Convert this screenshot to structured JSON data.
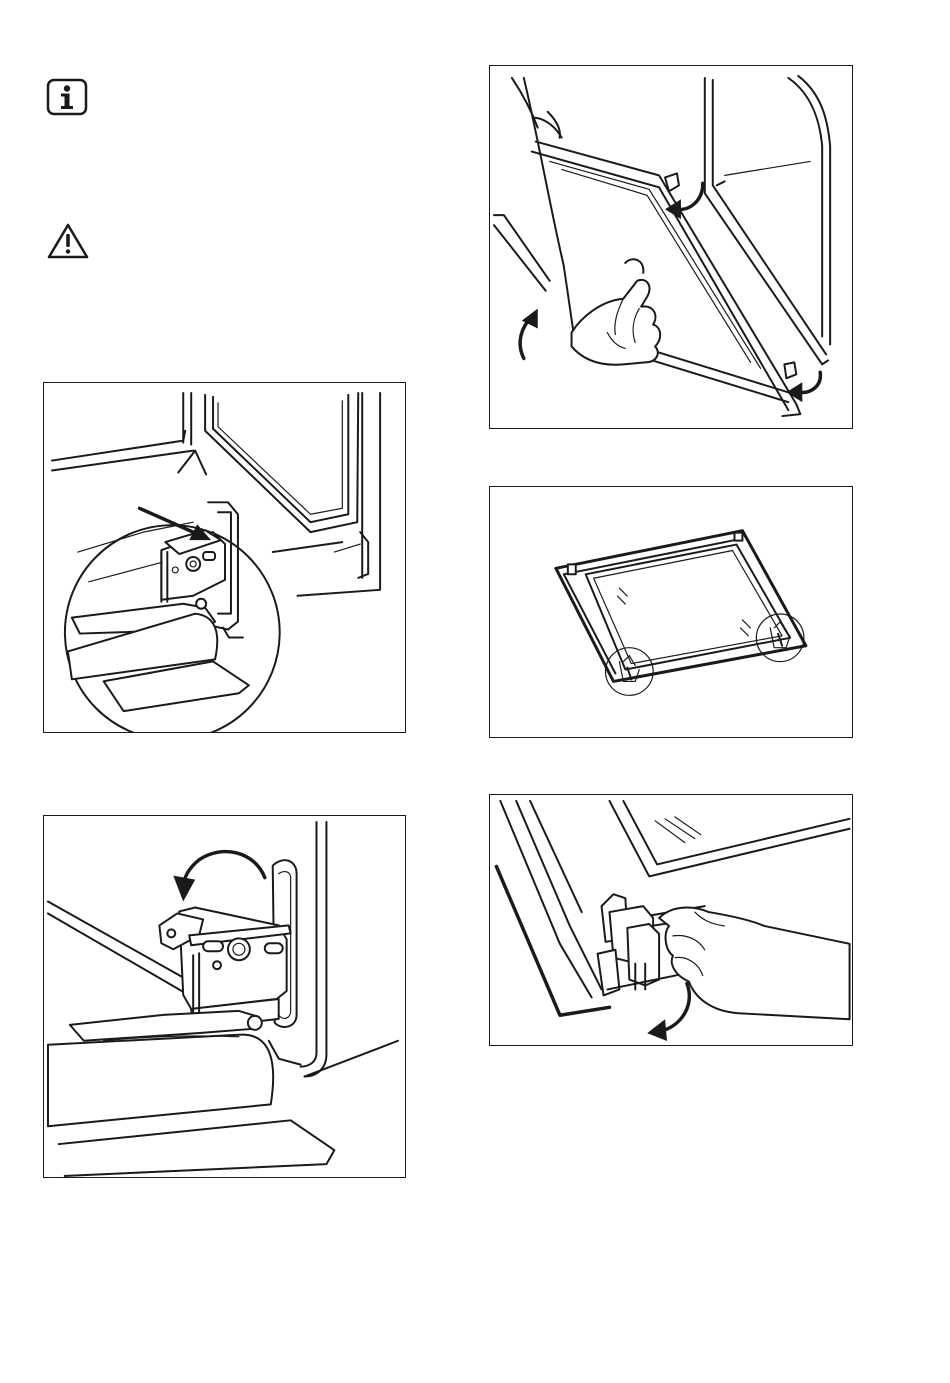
{
  "page": {
    "background": "#ffffff",
    "line_color": "#1a1a1a"
  },
  "icons": {
    "info": "info-icon",
    "warning": "warning-icon"
  },
  "figures": [
    {
      "id": "hinge-lever-release",
      "depicts": "door-hinge-lever-with-arrow"
    },
    {
      "id": "lift-door-off",
      "depicts": "door-lifted-with-hand"
    },
    {
      "id": "hinge-lever-fold-back",
      "depicts": "hinge-lever-rotate-arrow"
    },
    {
      "id": "door-panel-glass",
      "depicts": "door-glass-panel-with-clips"
    },
    {
      "id": "glass-clip-release",
      "depicts": "hand-pulling-glass-clip"
    }
  ]
}
